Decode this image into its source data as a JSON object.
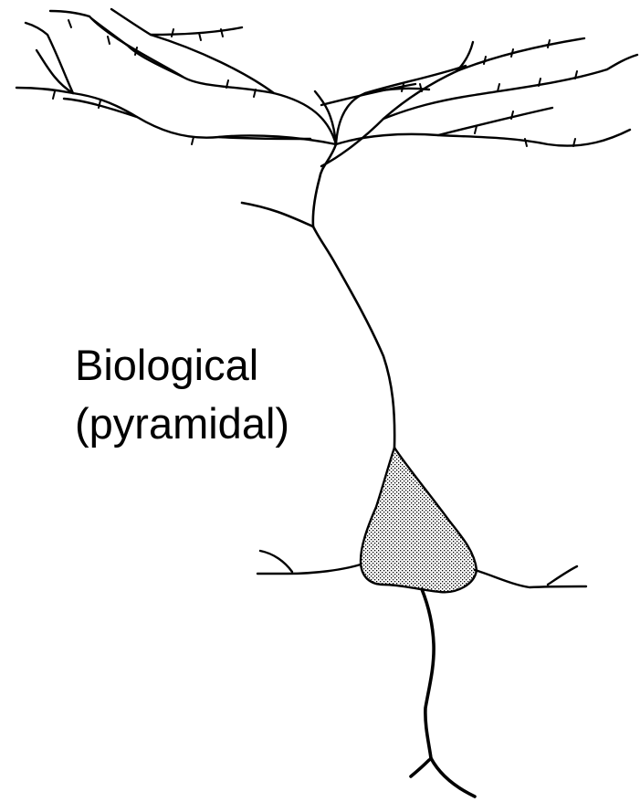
{
  "caption": {
    "line1": "Biological",
    "line2": "(pyramidal)"
  },
  "neuron": {
    "parts": [
      "apical-dendrite-tree",
      "apical-trunk",
      "soma",
      "basal-dendrite-left",
      "basal-dendrite-right",
      "axon"
    ],
    "soma_fill": "stippled",
    "line_color": "#000000",
    "background_color": "#ffffff"
  }
}
